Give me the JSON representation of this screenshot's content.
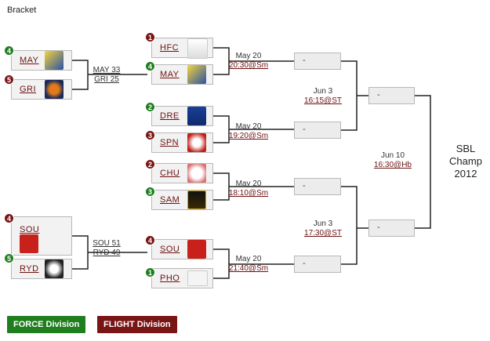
{
  "title": "Bracket",
  "teams": {
    "may_a": {
      "seed": "4",
      "code": "MAY"
    },
    "gri": {
      "seed": "5",
      "code": "GRI"
    },
    "hfc": {
      "seed": "1",
      "code": "HFC"
    },
    "may_b": {
      "seed": "4",
      "code": "MAY"
    },
    "dre": {
      "seed": "2",
      "code": "DRE"
    },
    "spn": {
      "seed": "3",
      "code": "SPN"
    },
    "chu": {
      "seed": "2",
      "code": "CHU"
    },
    "sam": {
      "seed": "3",
      "code": "SAM"
    },
    "sou_a": {
      "seed": "4",
      "code": "SOU"
    },
    "ryd": {
      "seed": "5",
      "code": "RYD"
    },
    "sou_b": {
      "seed": "4",
      "code": "SOU"
    },
    "pho": {
      "seed": "1",
      "code": "PHO"
    }
  },
  "scores": {
    "top": {
      "line1": "MAY 33",
      "line2": "GRI 25"
    },
    "bottom": {
      "line1": "SOU 51",
      "line2": "RYD 49"
    }
  },
  "games": {
    "qf1": {
      "date": "May 20",
      "time": "20:30@Sm"
    },
    "qf2": {
      "date": "May 20",
      "time": "19:20@Sm"
    },
    "qf3": {
      "date": "May 20",
      "time": "18:10@Sm"
    },
    "qf4": {
      "date": "May 20",
      "time": "21:40@Sm"
    },
    "sf1": {
      "date": "Jun 3",
      "time": "16:15@ST"
    },
    "sf2": {
      "date": "Jun 3",
      "time": "17:30@ST"
    },
    "final": {
      "date": "Jun 10",
      "time": "16:30@Hb"
    }
  },
  "placeholder": "-",
  "champ": {
    "line1": "SBL",
    "line2": "Champ",
    "line3": "2012"
  },
  "legend": {
    "force": "FORCE Division",
    "flight": "FLIGHT Division"
  },
  "colors": {
    "force": "#1f7f1f",
    "flight": "#7a1515",
    "link": "#6d1010"
  }
}
